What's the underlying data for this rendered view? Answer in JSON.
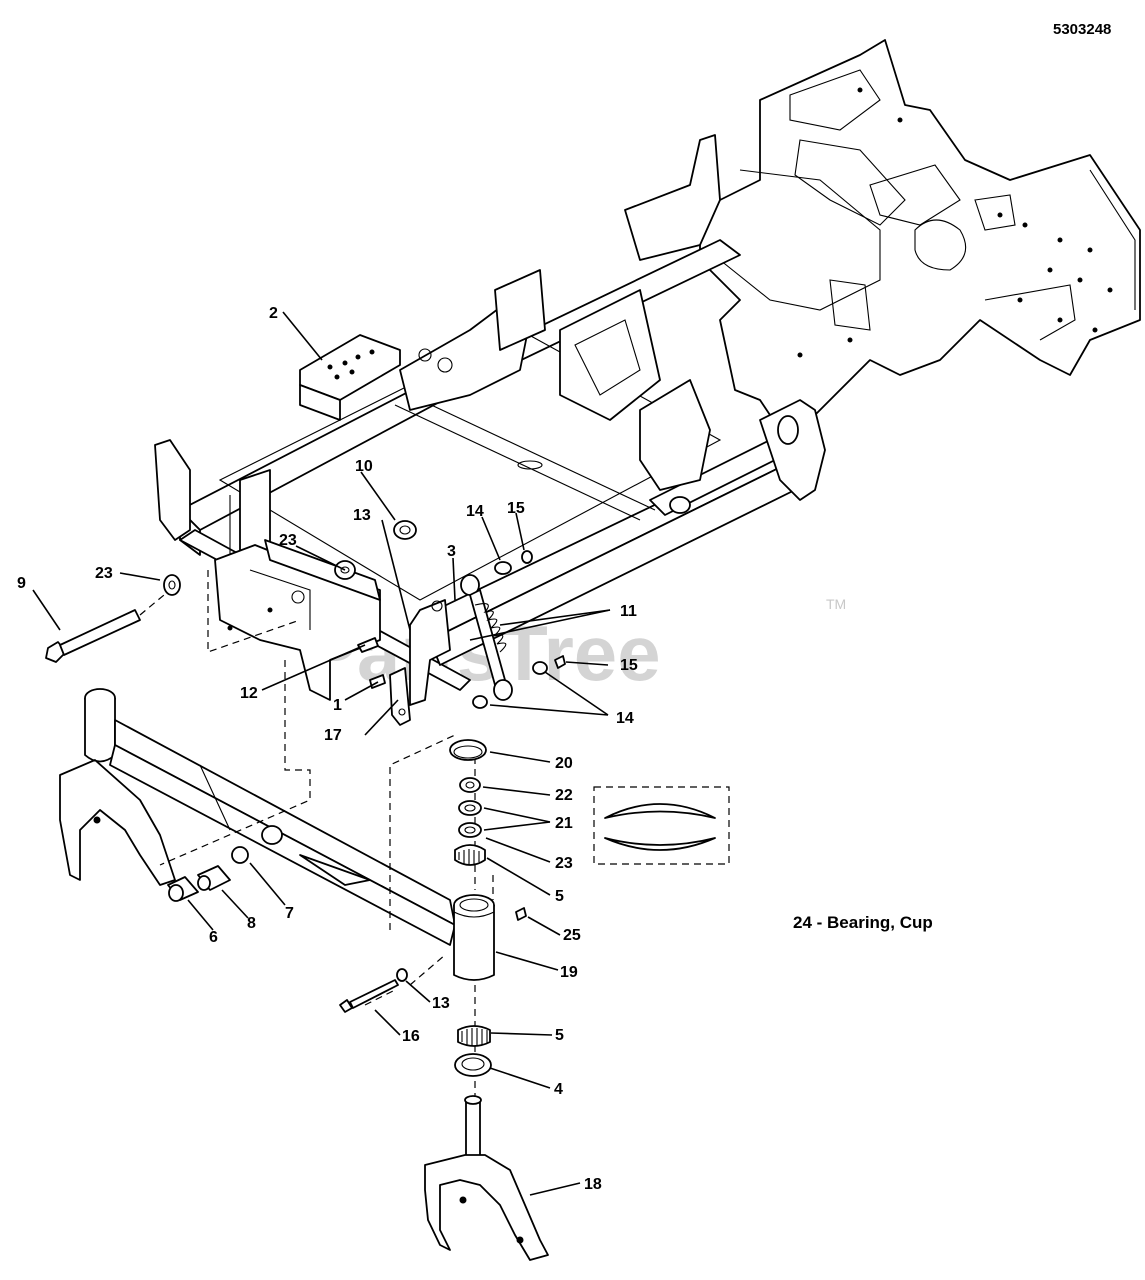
{
  "document_number": "5303248",
  "watermark": "PartsTree",
  "watermark_tm": "TM",
  "legend": "24 - Bearing, Cup",
  "callouts": {
    "c1": "1",
    "c2": "2",
    "c3": "3",
    "c4": "4",
    "c5a": "5",
    "c5b": "5",
    "c6": "6",
    "c7": "7",
    "c8": "8",
    "c9": "9",
    "c10": "10",
    "c11": "11",
    "c12": "12",
    "c13a": "13",
    "c13b": "13",
    "c14a": "14",
    "c14b": "14",
    "c15a": "15",
    "c15b": "15",
    "c16": "16",
    "c17": "17",
    "c18": "18",
    "c19": "19",
    "c20": "20",
    "c21": "21",
    "c22": "22",
    "c23a": "23",
    "c23b": "23",
    "c23c": "23",
    "c25": "25"
  }
}
